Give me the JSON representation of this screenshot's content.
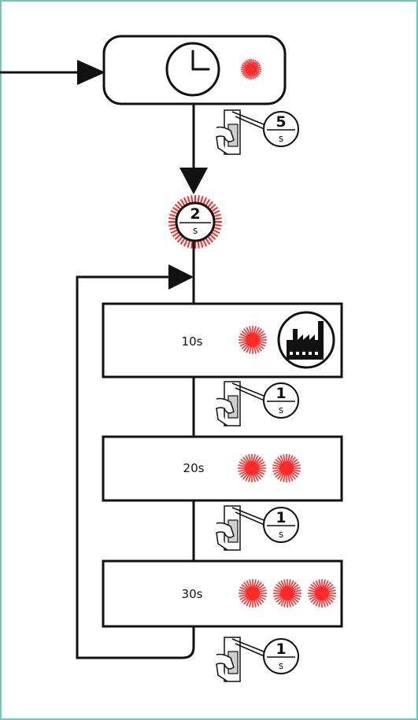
{
  "colors": {
    "frame": "#6cc9bb",
    "line": "#111111",
    "led": "#ff2a2a",
    "led_glow": "#ff6a6a"
  },
  "icons": {
    "clock": "clock-icon",
    "led": "blinking-led-icon",
    "factory": "factory-reset-icon",
    "press": "finger-press-button-icon"
  },
  "start_timer": {
    "value": "2",
    "unit": "s"
  },
  "press_timers": [
    {
      "value": "5",
      "unit": "s"
    },
    {
      "value": "1",
      "unit": "s"
    },
    {
      "value": "1",
      "unit": "s"
    },
    {
      "value": "1",
      "unit": "s"
    }
  ],
  "steps": [
    {
      "label": "10s",
      "led_count": 1,
      "factory_icon": true
    },
    {
      "label": "20s",
      "led_count": 2,
      "factory_icon": false
    },
    {
      "label": "30s",
      "led_count": 3,
      "factory_icon": false
    }
  ]
}
